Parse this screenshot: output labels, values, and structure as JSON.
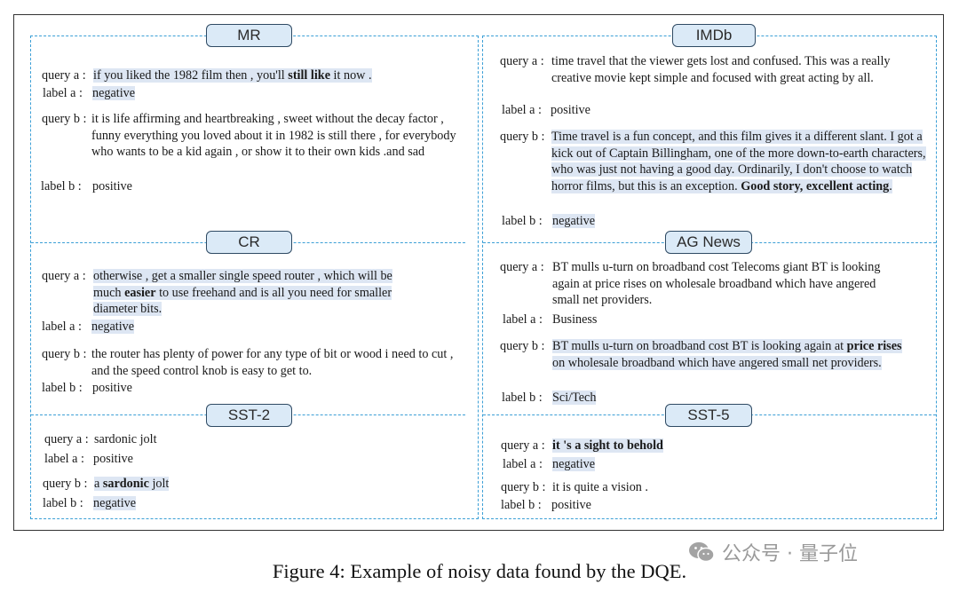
{
  "caption": "Figure 4: Example of noisy data found by the DQE.",
  "watermark": "公众号 · 量子位",
  "labels": {
    "query_a": "query a :",
    "label_a": "label  a :",
    "query_b": "query b :",
    "label_b": "label  b :"
  },
  "sections": {
    "mr": {
      "title": "MR",
      "query_a": [
        "if you liked the 1982 film then , you'll ",
        "still like",
        " it now ."
      ],
      "label_a": "negative",
      "query_b": "it is life affirming and heartbreaking , sweet without the decay factor , funny everything you loved about it in 1982 is still there , for everybody who wants to be a kid again , or show it to their own kids .and sad",
      "label_b": "positive"
    },
    "cr": {
      "title": "CR",
      "query_a": [
        "otherwise , get a smaller single speed router , which will be much ",
        "easier",
        " to use freehand and is all you need for smaller diameter bits."
      ],
      "label_a": "negative",
      "query_b": "the router has plenty of power for any type of bit or wood i need to cut , and the speed control knob is easy to get to.",
      "label_b": "positive"
    },
    "sst2": {
      "title": "SST-2",
      "query_a": "sardonic jolt",
      "label_a": "positive",
      "query_b": [
        "a ",
        "sardonic",
        " jolt"
      ],
      "label_b": "negative"
    },
    "imdb": {
      "title": "IMDb",
      "query_a": "time travel that the viewer gets lost and confused. This was a really creative movie kept simple and focused with great acting by all.",
      "label_a": "positive",
      "query_b": [
        "Time travel is a fun concept, and this film gives it a different slant. I got a kick out of Captain Billingham, one of the more down-to-earth characters, who was just not having a good day. Ordinarily, I don't choose to watch horror films, but this is an exception. ",
        "Good story, excellent acting",
        "."
      ],
      "label_b": "negative"
    },
    "agnews": {
      "title": "AG News",
      "query_a": "BT mulls u-turn on broadband cost Telecoms giant BT is looking again at price rises on wholesale broadband which have angered small net providers.",
      "label_a": "Business",
      "query_b": [
        "BT mulls u-turn on broadband cost BT is looking again at ",
        "price rises",
        " on wholesale broadband which have angered small net providers."
      ],
      "label_b": "Sci/Tech"
    },
    "sst5": {
      "title": "SST-5",
      "query_a": "it 's a sight to behold",
      "label_a": "negative",
      "query_b": "it is quite a vision .",
      "label_b": "positive"
    }
  }
}
